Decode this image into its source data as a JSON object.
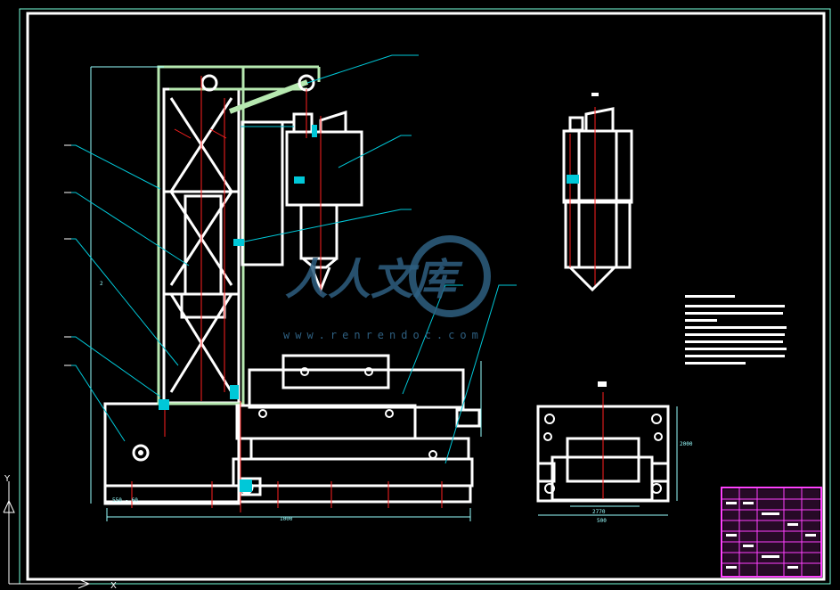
{
  "drawing": {
    "dimension_overall_width": "1000",
    "dimension_bottom_left": "2",
    "dimension_bottom_base_left": "550 - 60",
    "dimension_side_width": "2770",
    "dimension_side_base": "500",
    "view_label_base": "2000"
  },
  "watermark": {
    "brand": "人人文库",
    "url": "www.renrendoc.com"
  },
  "ucs": {
    "x_label": "X",
    "y_label": "Y"
  },
  "colors": {
    "border": "#ffffff",
    "outline": "#ffffff",
    "frame_green": "#b6e8b0",
    "leader": "#00c8d8",
    "center": "#ff2020",
    "title_block": "#ff40ff",
    "bg": "#000000"
  }
}
